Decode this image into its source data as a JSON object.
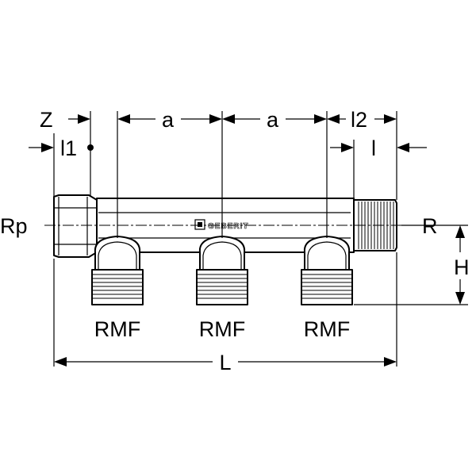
{
  "labels": {
    "z": "Z",
    "a_left": "a",
    "a_right": "a",
    "l2": "l2",
    "l1": "l1",
    "l": "l",
    "rp": "Rp",
    "r": "R",
    "h": "H",
    "outlet_1": "RMF",
    "outlet_2": "RMF",
    "outlet_3": "RMF",
    "length": "L"
  },
  "logo": {
    "text": "GEBERIT"
  }
}
